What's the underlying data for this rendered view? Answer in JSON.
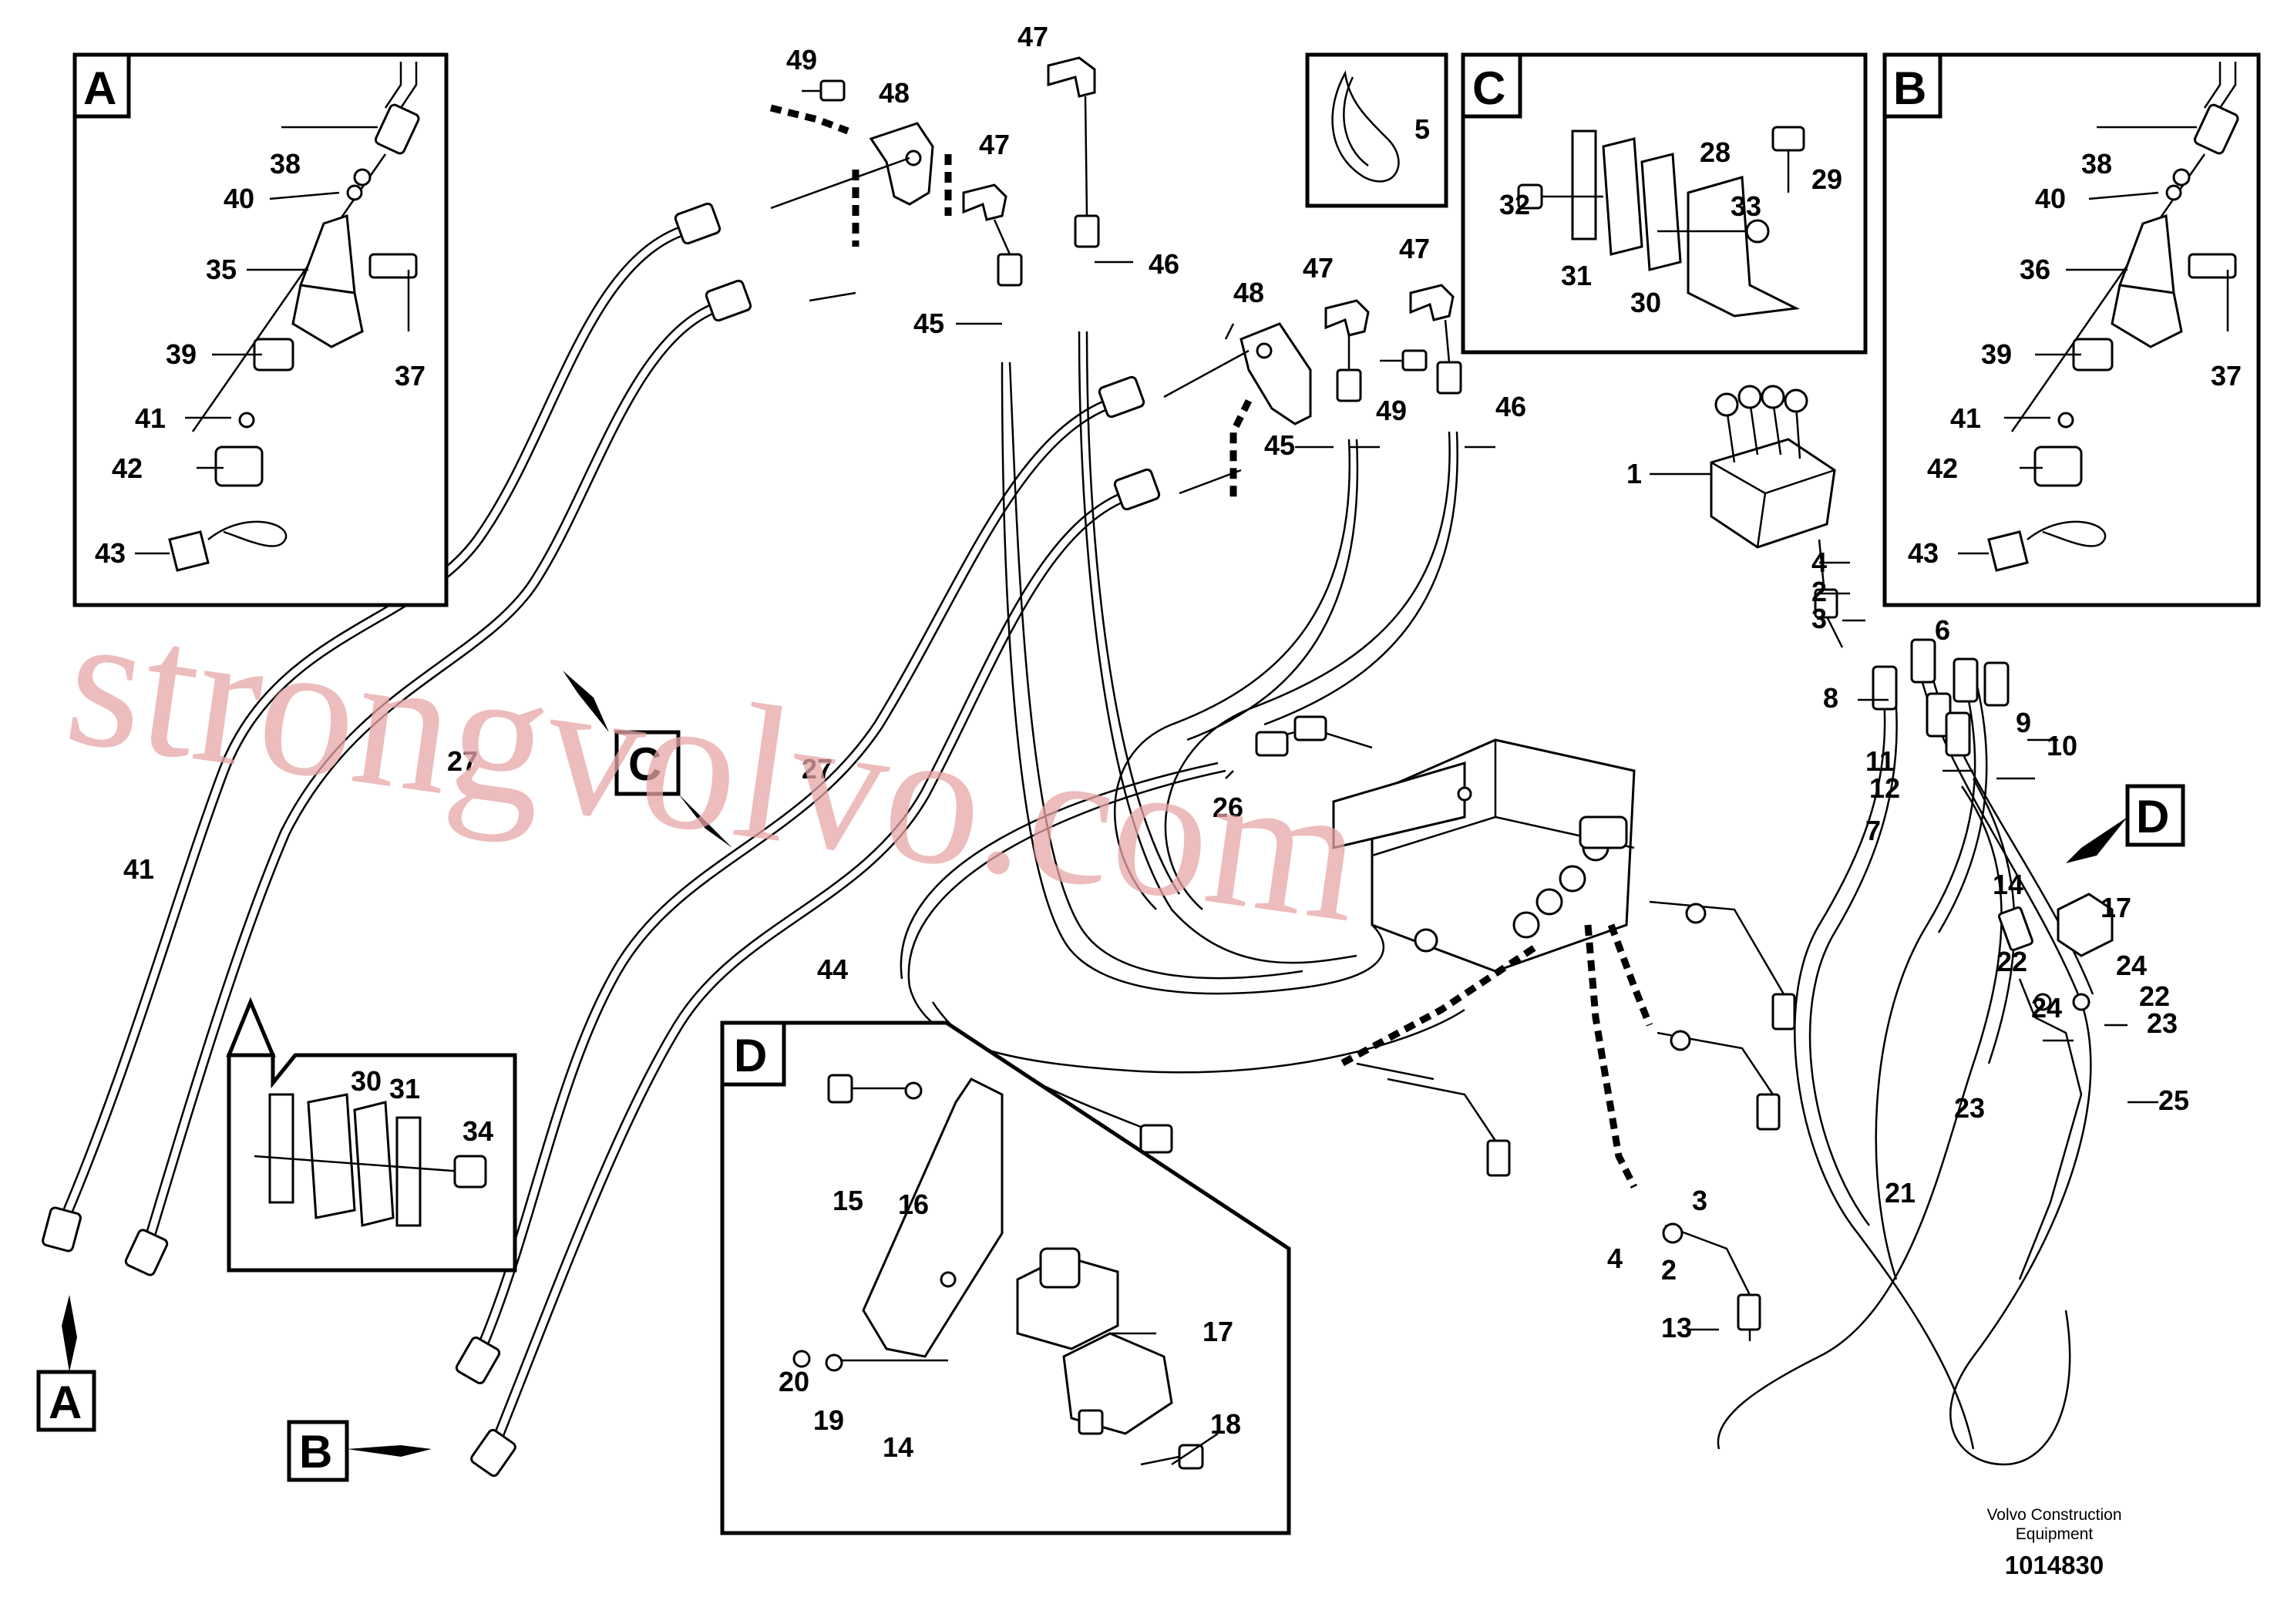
{
  "sheet": {
    "manufacturer_line1": "Volvo Construction",
    "manufacturer_line2": "Equipment",
    "drawing_number": "1014830",
    "watermark": "strongvolvo.com"
  },
  "detail_boxes": {
    "A": "A",
    "B": "B",
    "C": "C",
    "D": "D"
  },
  "view_markers": {
    "A": "A",
    "B": "B",
    "C": "C",
    "D": "D"
  },
  "labels": {
    "l1": "1",
    "l2": "2",
    "l2b": "2",
    "l3": "3",
    "l3b": "3",
    "l4": "4",
    "l4b": "4",
    "l5": "5",
    "l6": "6",
    "l7": "7",
    "l8": "8",
    "l9": "9",
    "l10": "10",
    "l11": "11",
    "l12": "12",
    "l13": "13",
    "l14": "14",
    "l14d": "14",
    "l15": "15",
    "l16": "16",
    "l17": "17",
    "l17d": "17",
    "l18": "18",
    "l19": "19",
    "l20": "20",
    "l21": "21",
    "l22": "22",
    "l22b": "22",
    "l23": "23",
    "l23b": "23",
    "l24": "24",
    "l24b": "24",
    "l25": "25",
    "l26": "26",
    "l27a": "27",
    "l27b": "27",
    "l28": "28",
    "l29": "29",
    "l30c": "30",
    "l30v": "30",
    "l31c": "31",
    "l31v": "31",
    "l32": "32",
    "l33": "33",
    "l34": "34",
    "l35": "35",
    "l36": "36",
    "l37a": "37",
    "l37b": "37",
    "l38a": "38",
    "l38b": "38",
    "l39a": "39",
    "l39b": "39",
    "l40a": "40",
    "l40b": "40",
    "l41a": "41",
    "l41b": "41",
    "l41c": "41",
    "l42a": "42",
    "l42b": "42",
    "l43a": "43",
    "l43b": "43",
    "l44": "44",
    "l45a": "45",
    "l45b": "45",
    "l46a": "46",
    "l46b": "46",
    "l47a": "47",
    "l47b": "47",
    "l47c": "47",
    "l47d": "47",
    "l48a": "48",
    "l48b": "48",
    "l49a": "49",
    "l49b": "49"
  }
}
